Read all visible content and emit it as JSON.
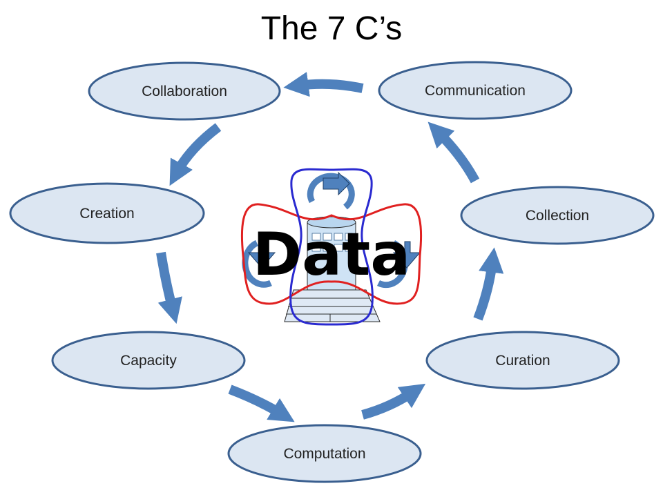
{
  "title": "The 7 C’s",
  "center": {
    "label": "Data"
  },
  "nodes": [
    {
      "label": "Collaboration"
    },
    {
      "label": "Communication"
    },
    {
      "label": "Creation"
    },
    {
      "label": "Collection"
    },
    {
      "label": "Capacity"
    },
    {
      "label": "Curation"
    },
    {
      "label": "Computation"
    }
  ],
  "colors": {
    "node_fill": "#dce6f2",
    "node_stroke": "#3a5f8f",
    "arrow": "#4f81bd",
    "loop_red": "#e02020",
    "loop_blue": "#2a2ad0"
  }
}
